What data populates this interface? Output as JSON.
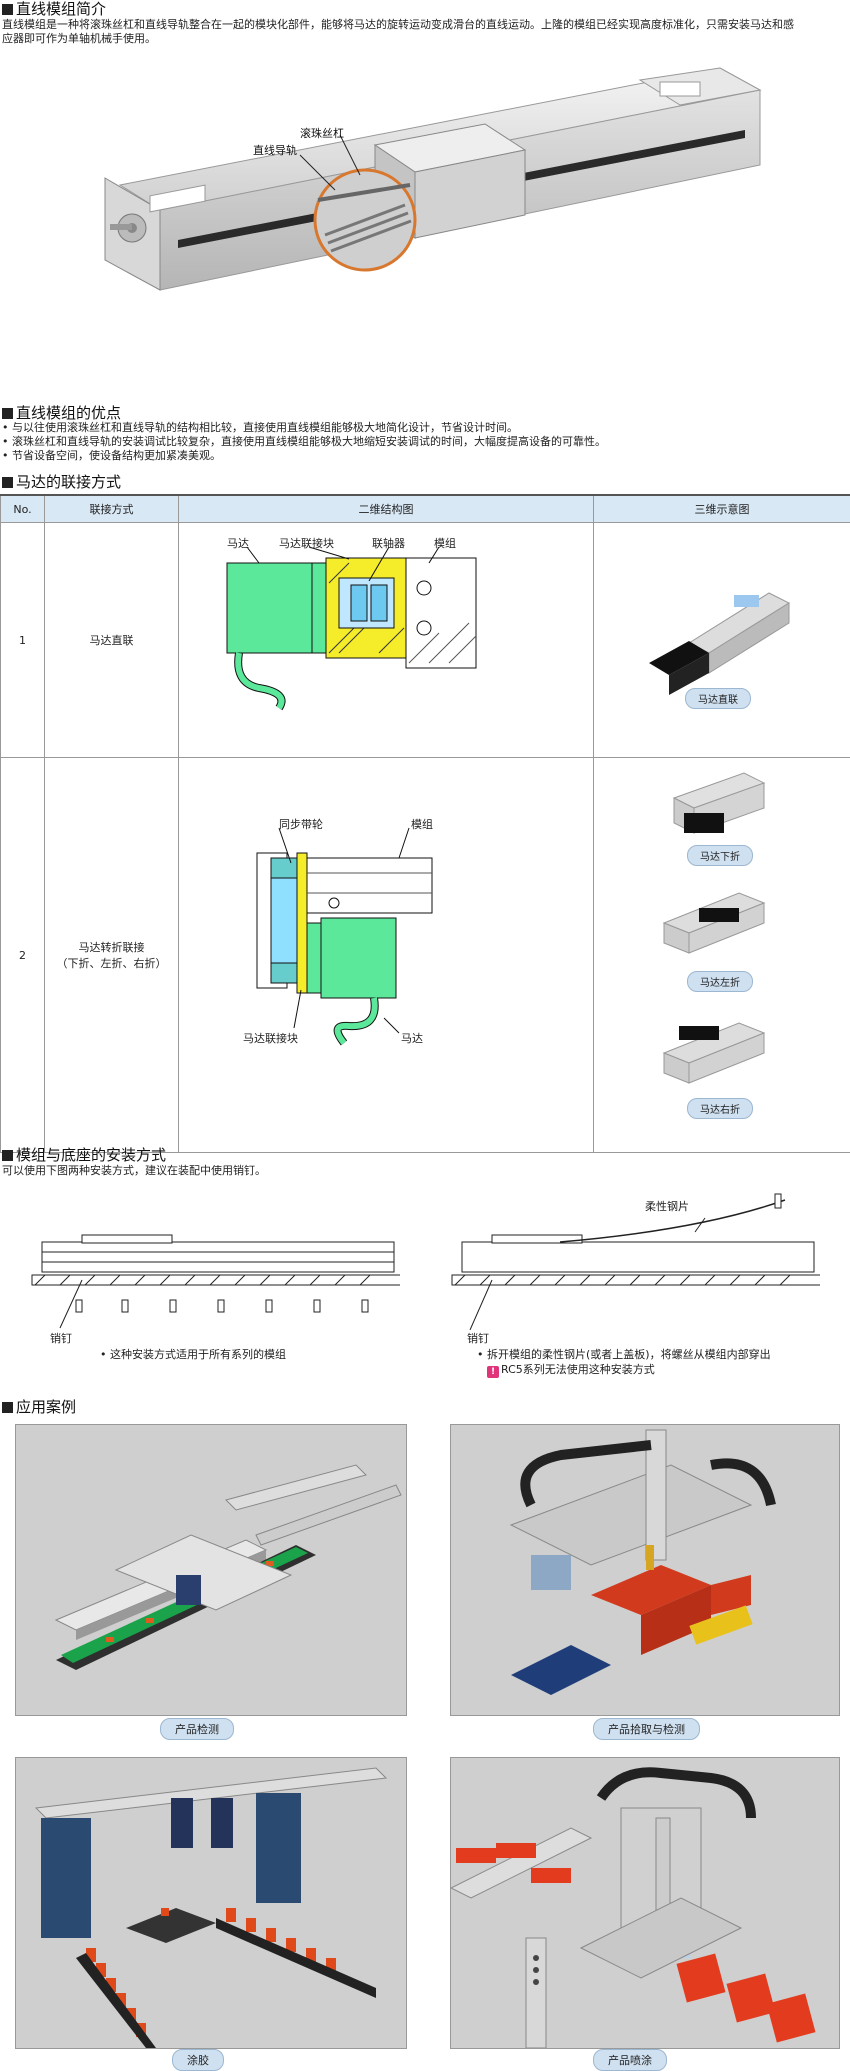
{
  "intro": {
    "title": "直线模组简介",
    "text": [
      "直线模组是一种将滚珠丝杠和直线导轨整合在一起的模块化部件，能够将马达的旋转运动变成滑台的直线运动。上隆的模组已经实现高度标准化，只需安装马达和感",
      "应器即可作为单轴机械手使用。"
    ],
    "callouts": {
      "ball_screw": "滚珠丝杠",
      "guide": "直线导轨"
    }
  },
  "advantages": {
    "title": "直线模组的优点",
    "items": [
      "• 与以往使用滚珠丝杠和直线导轨的结构相比较，直接使用直线模组能够极大地简化设计，节省设计时间。",
      "• 滚珠丝杠和直线导轨的安装调试比较复杂，直接使用直线模组能够极大地缩短安装调试的时间，大幅度提高设备的可靠性。",
      "• 节省设备空间，使设备结构更加紧凑美观。"
    ]
  },
  "motor": {
    "title": "马达的联接方式",
    "headers": [
      "No.",
      "联接方式",
      "二维结构图",
      "三维示意图"
    ],
    "rows": [
      {
        "no": "1",
        "method": "马达直联",
        "labels": {
          "motor": "马达",
          "block": "马达联接块",
          "coupling": "联轴器",
          "module": "模组"
        },
        "views": [
          "马达直联"
        ]
      },
      {
        "no": "2",
        "method": "马达转折联接",
        "method_sub": "（下折、左折、右折）",
        "labels": {
          "pulley": "同步带轮",
          "module": "模组",
          "block": "马达联接块",
          "motor": "马达"
        },
        "views": [
          "马达下折",
          "马达左折",
          "马达右折"
        ]
      }
    ]
  },
  "install": {
    "title": "模组与底座的安装方式",
    "text": "可以使用下图两种安装方式，建议在装配中使用销钉。",
    "left": {
      "pin": "销钉",
      "note": "• 这种安装方式适用于所有系列的模组"
    },
    "right": {
      "steel": "柔性钢片",
      "pin": "销钉",
      "note": "• 拆开模组的柔性钢片(或者上盖板)，将螺丝从模组内部穿出",
      "warn_icon": "!",
      "warn": "RC5系列无法使用这种安装方式"
    }
  },
  "cases": {
    "title": "应用案例",
    "items": [
      "产品检测",
      "产品拾取与检测",
      "涂胶",
      "产品喷涂"
    ]
  }
}
